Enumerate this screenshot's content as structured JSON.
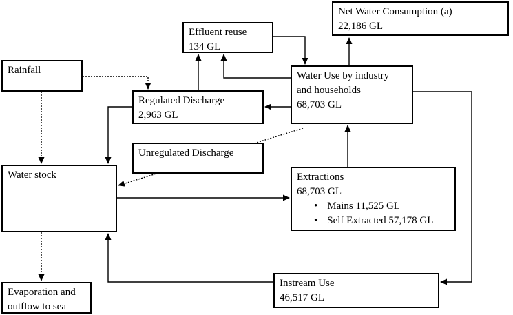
{
  "diagram": {
    "background_color": "#ffffff",
    "line_color": "#000000",
    "text_color": "#000000",
    "nodes": {
      "rainfall": {
        "lines": [
          "Rainfall"
        ]
      },
      "net_water_consumption": {
        "lines": [
          "Net Water Consumption (a)",
          "22,186 GL"
        ]
      },
      "effluent_reuse": {
        "lines": [
          "Effluent reuse",
          "134 GL"
        ]
      },
      "water_use": {
        "lines": [
          "Water Use by industry",
          "and households",
          "68,703 GL"
        ]
      },
      "regulated_discharge": {
        "lines": [
          "Regulated Discharge",
          "2,963 GL"
        ]
      },
      "unregulated_discharge": {
        "lines": [
          "Unregulated Discharge"
        ]
      },
      "water_stock": {
        "lines": [
          "Water stock"
        ]
      },
      "extractions": {
        "lines": [
          "Extractions",
          "68,703 GL"
        ],
        "bullets": [
          "Mains 11,525 GL",
          "Self Extracted 57,178 GL"
        ]
      },
      "instream_use": {
        "lines": [
          "Instream Use",
          "46,517 GL"
        ]
      },
      "evaporation": {
        "lines": [
          "Evaporation and",
          "outflow to sea"
        ]
      }
    },
    "flows": [
      {
        "from": "effluent_reuse",
        "to": "water_use",
        "style": "solid"
      },
      {
        "from": "water_use",
        "to": "net_water_consumption",
        "style": "solid"
      },
      {
        "from": "regulated_discharge",
        "to": "effluent_reuse",
        "style": "solid"
      },
      {
        "from": "water_use",
        "to": "effluent_reuse",
        "style": "solid"
      },
      {
        "from": "water_use",
        "to": "regulated_discharge",
        "style": "solid"
      },
      {
        "from": "rainfall",
        "to": "regulated_discharge",
        "style": "dotted"
      },
      {
        "from": "rainfall",
        "to": "water_stock",
        "style": "dotted"
      },
      {
        "from": "regulated_discharge",
        "to": "water_stock",
        "style": "solid"
      },
      {
        "from": "water_use",
        "to": "water_stock",
        "style": "dotted"
      },
      {
        "from": "water_stock",
        "to": "extractions",
        "style": "solid"
      },
      {
        "from": "extractions",
        "to": "water_use",
        "style": "solid"
      },
      {
        "from": "water_use",
        "to": "instream_use",
        "style": "solid"
      },
      {
        "from": "instream_use",
        "to": "water_stock",
        "style": "solid"
      },
      {
        "from": "water_stock",
        "to": "evaporation",
        "style": "dotted"
      }
    ]
  }
}
